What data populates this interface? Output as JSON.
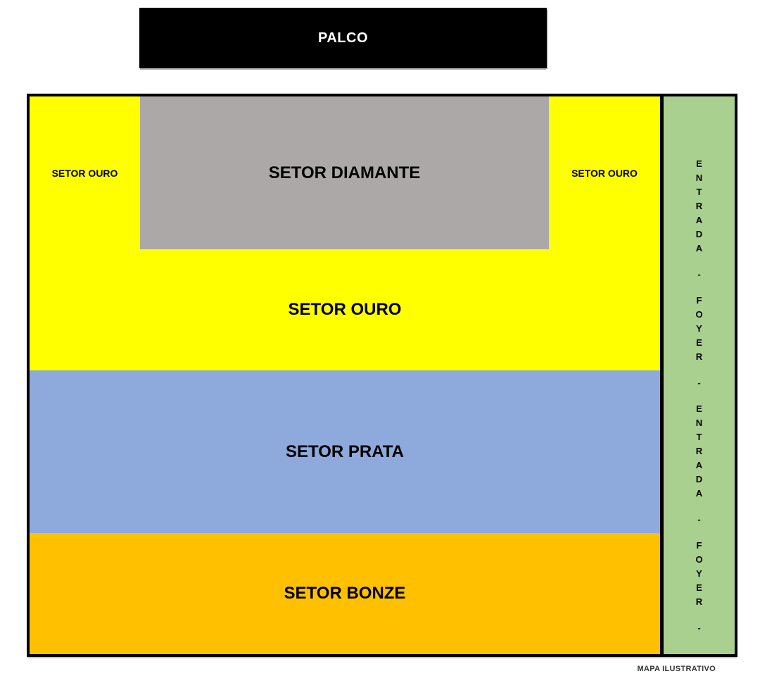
{
  "stage": {
    "label": "PALCO",
    "background": "#000000",
    "text_color": "#FFFFFF"
  },
  "map": {
    "border_color": "#000000",
    "sectors": {
      "ouro_left": {
        "label": "SETOR OURO",
        "color": "#FFFF00"
      },
      "diamante": {
        "label": "SETOR DIAMANTE",
        "color": "#ACA8A8"
      },
      "ouro_right": {
        "label": "SETOR OURO",
        "color": "#FFFF00"
      },
      "ouro": {
        "label": "SETOR OURO",
        "color": "#FFFF00"
      },
      "prata": {
        "label": "SETOR PRATA",
        "color": "#8EA9DB"
      },
      "bonze": {
        "label": "SETOR BONZE",
        "color": "#FFC000"
      }
    },
    "entry_strip": {
      "text": "ENTRADA-FOYER-ENTRADA-FOYER-",
      "color": "#A9D08E"
    }
  },
  "caption": "MAPA ILUSTRATIVO"
}
